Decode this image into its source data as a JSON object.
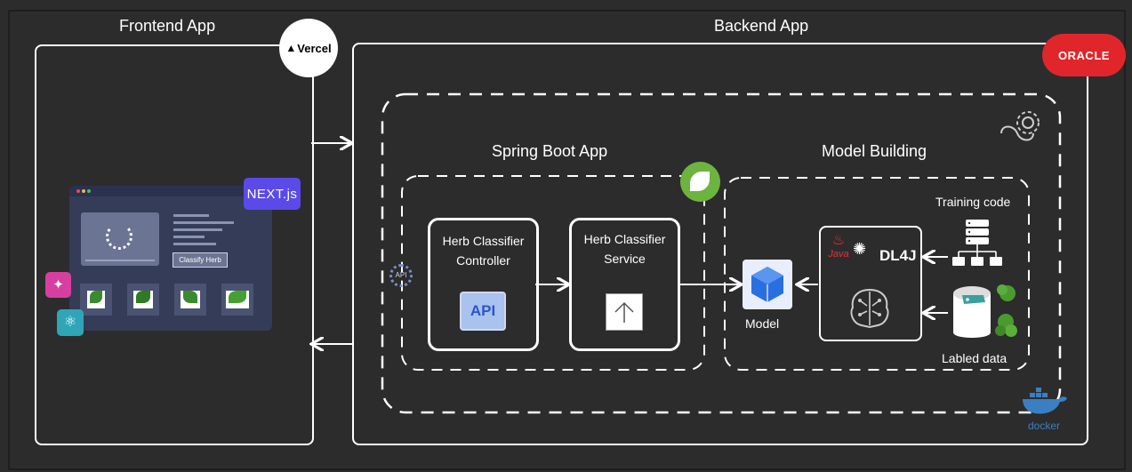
{
  "frontend": {
    "title": "Frontend App",
    "host_badge": "Vercel",
    "framework_badge": "NEXT.js",
    "mock_button": "Classify Herb"
  },
  "backend": {
    "title": "Backend App",
    "cloud_badge": "ORACLE",
    "spring": {
      "title": "Spring Boot App",
      "controller_label": "Herb Classifier Controller",
      "controller_icon_text": "API",
      "service_label": "Herb Classifier Service",
      "api_gear_text": "API"
    },
    "model_building": {
      "title": "Model Building",
      "model_label": "Model",
      "training_label": "Training code",
      "dl4j_label": "DL4J",
      "java_label": "Java",
      "data_label": "Labled data"
    },
    "docker_label": "docker"
  },
  "colors": {
    "background": "#2c2c2c",
    "vercel_badge": "#ffffff",
    "oracle_red": "#e0262b",
    "next_badge": "#5b4ae8",
    "spring_green": "#6db33f",
    "model_blue": "#2a6fe0",
    "docker_blue": "#3a7fc2",
    "app_pink": "#d63fa0",
    "app_teal": "#2fa6b8"
  },
  "icons": {
    "host": "vercel-logo-icon",
    "cloud": "oracle-logo-icon",
    "ci": "github-actions-icon",
    "spring": "spring-leaf-icon",
    "docker": "docker-whale-icon"
  }
}
